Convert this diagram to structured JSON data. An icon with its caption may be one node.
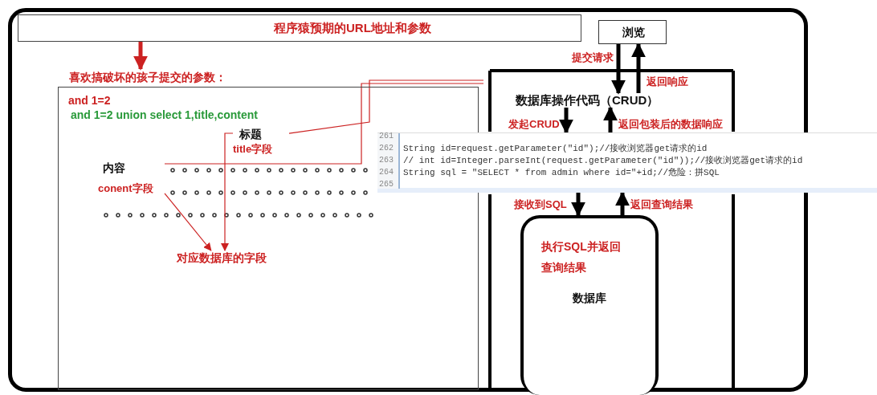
{
  "diagram": {
    "nodes": [
      {
        "text": [
          "程序猿预期的URL地址和参数"
        ]
      },
      {
        "text": [
          "浏览"
        ]
      },
      {
        "text": [
          "喜欢搞破坏的孩子提交的参数："
        ]
      },
      {
        "text": [
          "and 1=2"
        ],
        "in": 2
      },
      {
        "text": [
          "and 1=2 union select 1,title,content"
        ],
        "in": 2
      },
      {
        "text": [
          "标题"
        ],
        "beside": [
          "title字段"
        ],
        "in": 2
      },
      {
        "text": [
          "内容"
        ],
        "beside": [
          "conent字段"
        ],
        "in": 2
      },
      {
        "text": [
          "对应数据库的字段"
        ],
        "in": 2
      },
      {
        "text": [
          "数据库操作代码（CRUD）"
        ]
      },
      {
        "text": [
          "String id=request.getParameter(\"id\");//接收浏览器get请求的id",
          "// int id=Integer.parseInt(request.getParameter(\"id\"));//接收浏览器get请求的id",
          "String sql = \"SELECT * from admin where id=\"+id;//危险：拼SQL"
        ]
      },
      {
        "text": [
          "执行SQL并返回查询结果",
          "数据库"
        ]
      }
    ],
    "edges": [
      {
        "from": 0,
        "to": 2,
        "arrow": "to",
        "color": "#cc2222"
      },
      {
        "from": 1,
        "to": 8,
        "arrow": "to",
        "label": "提交请求"
      },
      {
        "from": 8,
        "to": 1,
        "arrow": "to",
        "label": "返回响应"
      },
      {
        "from": 8,
        "to": 9,
        "arrow": "to",
        "label": "发起CRUD"
      },
      {
        "from": 9,
        "to": 8,
        "arrow": "to",
        "label": "返回包装后的数据响应"
      },
      {
        "from": 9,
        "to": 10,
        "arrow": "to",
        "label": "接收到SQL"
      },
      {
        "from": 10,
        "to": 9,
        "arrow": "to",
        "label": "返回查询结果"
      },
      {
        "from": null,
        "to": 5,
        "arrow": "none",
        "color": "#cc2222"
      },
      {
        "from": null,
        "to": 6,
        "arrow": "none",
        "color": "#cc2222"
      },
      {
        "from": 5,
        "to": 7,
        "arrow": "to",
        "color": "#cc2222"
      },
      {
        "from": 6,
        "to": 7,
        "arrow": "to",
        "color": "#cc2222"
      }
    ],
    "labels": [
      "261",
      "262",
      "263",
      "264",
      "265"
    ]
  }
}
